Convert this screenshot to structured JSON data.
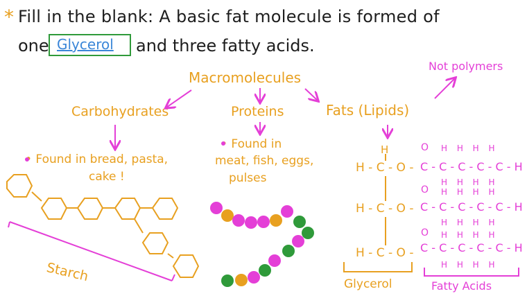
{
  "question": {
    "star": "*",
    "line1": "Fill in the blank: A basic fat molecule is formed of",
    "line2_pre": "one",
    "answer": "Glycerol",
    "line2_post": "and three fatty acids."
  },
  "diagram": {
    "root": "Macromolecules",
    "carbohydrates": "Carbohydrates",
    "proteins": "Proteins",
    "fats": "Fats (Lipids)",
    "not_polymers": "Not polymers",
    "carb_note": "• Found in bread, pasta, cake !",
    "carb_note_1": "• Found in bread, pasta,",
    "carb_note_2": "cake !",
    "protein_note_1": "• Found in",
    "protein_note_2": "meat, fish, eggs,",
    "protein_note_3": "pulses",
    "starch": "Starch",
    "glycerol_label": "Glycerol",
    "fatty_acids_label": "Fatty Acids",
    "glycerol_rows": [
      "H - C - O -",
      "H - C - O -",
      "H - C - O -"
    ],
    "glycerol_top_h": "H",
    "fatty_rows": [
      "C - C - C - C - C - H",
      "C - C - C - C - C - H",
      "C - C - C - C - C - H"
    ],
    "fatty_o": "O",
    "h_row": "H  H  H  H"
  },
  "colors": {
    "text": "#1d1d1d",
    "orange": "#e8a020",
    "pink": "#e43fd7",
    "green": "#2f9a3a",
    "blue": "#3a86d8"
  }
}
